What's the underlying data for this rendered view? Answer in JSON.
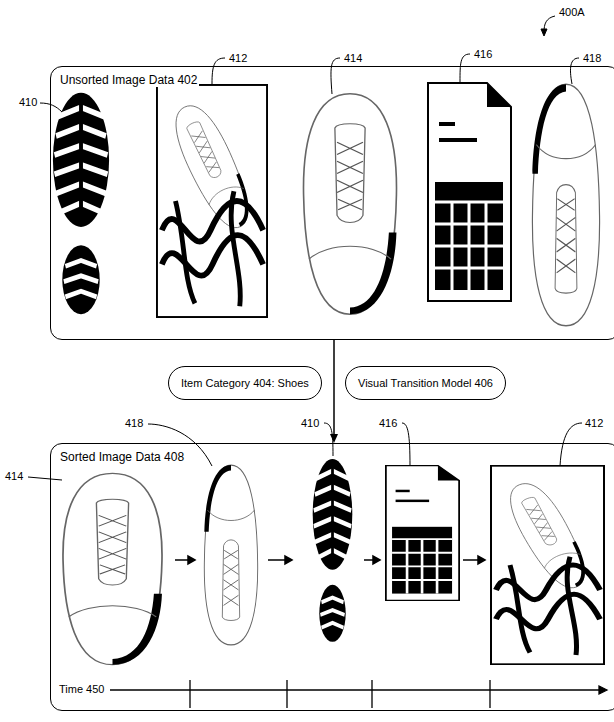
{
  "diagram": {
    "nodes": [
      {
        "text": [
          "Unsorted Image Data 402"
        ]
      },
      {
        "text": [
          "Item Category 404: Shoes"
        ]
      },
      {
        "text": [
          "Visual Transition Model 406"
        ]
      },
      {
        "text": [
          "Sorted Image Data 408"
        ]
      }
    ],
    "edges": [
      {
        "from": 0,
        "to": 3,
        "arrow": "to"
      }
    ],
    "labels": [
      "400A",
      "410",
      "412",
      "414",
      "416",
      "418",
      "414",
      "418",
      "410",
      "416",
      "412",
      "Time 450"
    ]
  }
}
